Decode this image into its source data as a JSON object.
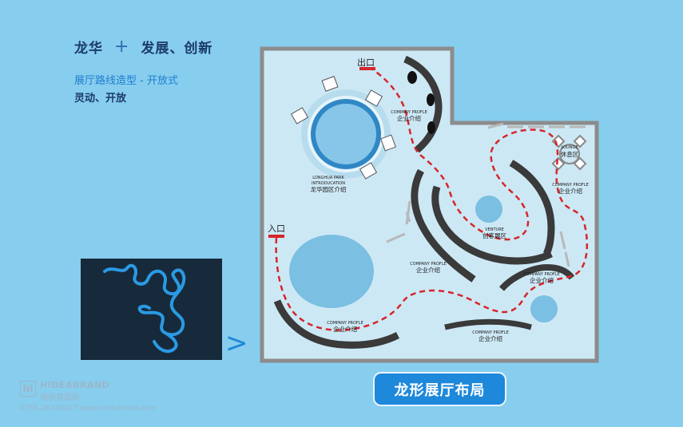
{
  "header": {
    "brand": "龙华",
    "plus": "+",
    "slogan": "发展、创新",
    "subtitle": "展厅路线造型 - 开放式",
    "tagline": "灵动、开放"
  },
  "plan": {
    "exit_label": "出口",
    "entrance_label": "入口",
    "zones": [
      {
        "en": "COMPANY PROFLE",
        "cn": "企业介绍"
      },
      {
        "en": "LONGHUA PARK INTRODUCATION",
        "cn": "龙华园区介绍"
      },
      {
        "en": "LOUNGE",
        "cn": "休息区"
      },
      {
        "en": "COMPANY PROFLE",
        "cn": "企业介绍"
      },
      {
        "en": "VENTURE",
        "cn": "创客展区"
      },
      {
        "en": "COMPANY PROFLE",
        "cn": "企业介绍"
      },
      {
        "en": "COMPANY PROFLE",
        "cn": "企业介绍"
      },
      {
        "en": "COMPANY PROFLE",
        "cn": "企业介绍"
      },
      {
        "en": "COMPANY PROFLE",
        "cn": "企业介绍"
      }
    ],
    "longhua_en_line1": "LONGHUA PARK",
    "longhua_en_line2": "INTRODUCATION"
  },
  "caption": "龙形展厅布局",
  "arrow": ">",
  "footer": {
    "logo_mark": "hi",
    "brand": "HIDEABRAND",
    "brand_cn": "嗨创意国际",
    "contact": "0755-26728017  www.chinahidea.com"
  },
  "colors": {
    "background": "#87cdee",
    "floor": "#cde8f5",
    "wall": "#8c8c8c",
    "route": "#d6262a",
    "accent": "#1e88db"
  }
}
